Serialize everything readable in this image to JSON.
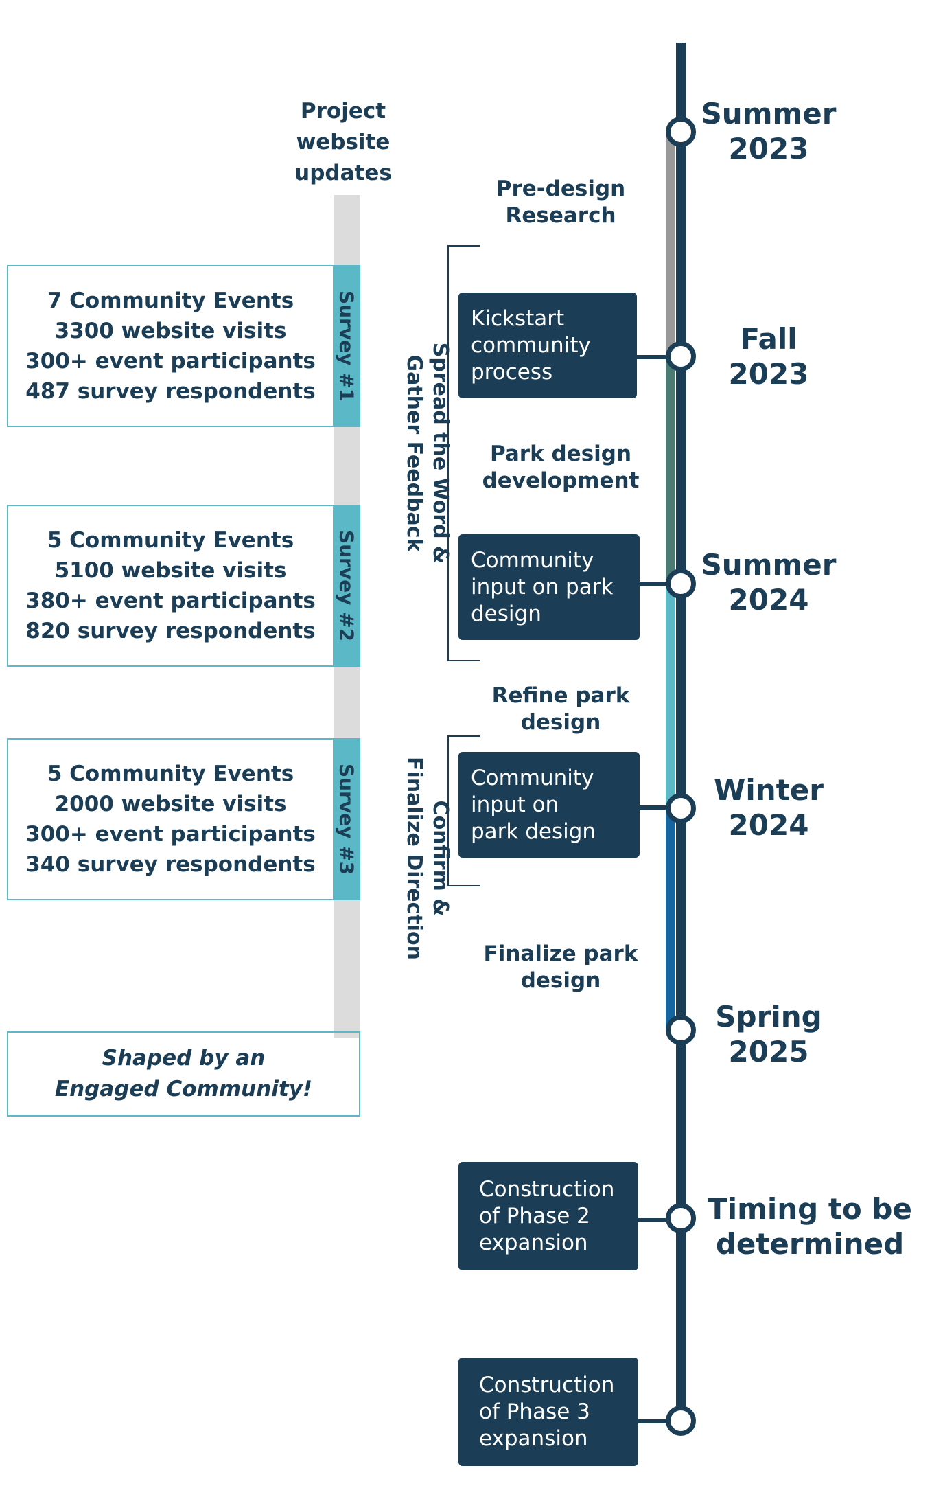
{
  "website_column": {
    "header": "Project\nwebsite\nupdates",
    "surveys": [
      {
        "tab": "Survey #1",
        "lines": [
          "7 Community Events",
          "3300 website visits",
          "300+ event participants",
          "487 survey respondents"
        ]
      },
      {
        "tab": "Survey #2",
        "lines": [
          "5 Community Events",
          "5100 website visits",
          "380+ event participants",
          "820 survey respondents"
        ]
      },
      {
        "tab": "Survey #3",
        "lines": [
          "5 Community Events",
          "2000 website visits",
          "300+ event participants",
          "340 survey respondents"
        ]
      }
    ],
    "motto": [
      "Shaped by an",
      "Engaged Community!"
    ]
  },
  "phases": [
    {
      "label_line1": "Spread the Word &",
      "label_line2": "Gather Feedback"
    },
    {
      "label_line1": "Confirm &",
      "label_line2": "Finalize Direction"
    }
  ],
  "stages": [
    {
      "label": [
        "Pre-design",
        "Research"
      ]
    },
    {
      "label": [
        "Park design",
        "development"
      ]
    },
    {
      "label": [
        "Refine park",
        "design"
      ]
    },
    {
      "label": [
        "Finalize park",
        "design"
      ]
    }
  ],
  "activities": [
    {
      "lines": [
        "Kickstart",
        "community",
        "process"
      ]
    },
    {
      "lines": [
        "Community",
        "input on park",
        "design"
      ]
    },
    {
      "lines": [
        "Community",
        "input on",
        "park design"
      ]
    },
    {
      "lines": [
        "Construction",
        "of Phase 2",
        "expansion"
      ]
    },
    {
      "lines": [
        "Construction",
        "of Phase 3",
        "expansion"
      ]
    }
  ],
  "milestones": [
    {
      "lines": [
        "Summer",
        "2023"
      ]
    },
    {
      "lines": [
        "Fall",
        "2023"
      ]
    },
    {
      "lines": [
        "Summer",
        "2024"
      ]
    },
    {
      "lines": [
        "Winter",
        "2024"
      ]
    },
    {
      "lines": [
        "Spring",
        "2025"
      ]
    },
    {
      "lines": [
        "Timing to be",
        "determined"
      ]
    }
  ],
  "colors": {
    "navy": "#1b3d55",
    "teal": "#5bb8c6",
    "gray": "#dcdcdc",
    "segment_pre_design": "#999999",
    "segment_development": "#4b7b72",
    "segment_refine": "#5bb8c6",
    "segment_finalize": "#1565a0"
  }
}
